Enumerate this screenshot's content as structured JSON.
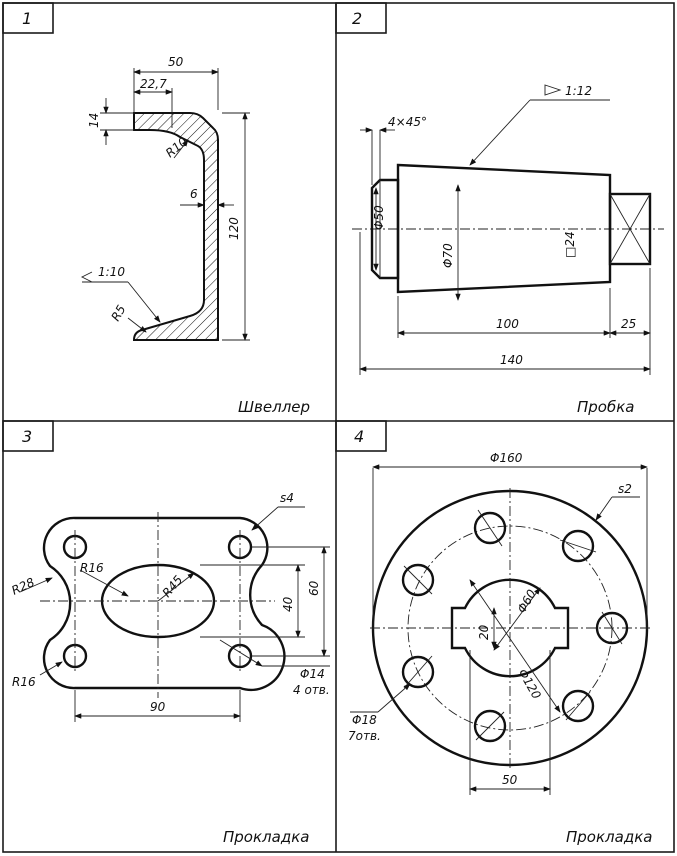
{
  "panels": [
    {
      "number": "1",
      "title": "Швеллер",
      "dims": {
        "width": "50",
        "inner": "22,7",
        "flange": "14",
        "radius": "R10",
        "web": "6",
        "height": "120",
        "slope": "1:10",
        "r5": "R5"
      }
    },
    {
      "number": "2",
      "title": "Пробка",
      "dims": {
        "taper": "1:12",
        "chamfer": "4×45°",
        "d50": "Φ50",
        "d70": "Φ70",
        "sq": "□24",
        "len100": "100",
        "len25": "25",
        "len140": "140"
      }
    },
    {
      "number": "3",
      "title": "Прокладка",
      "dims": {
        "s": "s4",
        "r16a": "R16",
        "r45": "R45",
        "r28": "R28",
        "r16b": "R16",
        "h40": "40",
        "h60": "60",
        "w90": "90",
        "hole": "Φ14",
        "holes": "4 отв."
      }
    },
    {
      "number": "4",
      "title": "Прокладка",
      "dims": {
        "d160": "Φ160",
        "s": "s2",
        "d60": "Φ60",
        "d120": "Φ120",
        "w20": "20",
        "w50": "50",
        "hole": "Φ18",
        "holes": "7отв."
      }
    }
  ]
}
